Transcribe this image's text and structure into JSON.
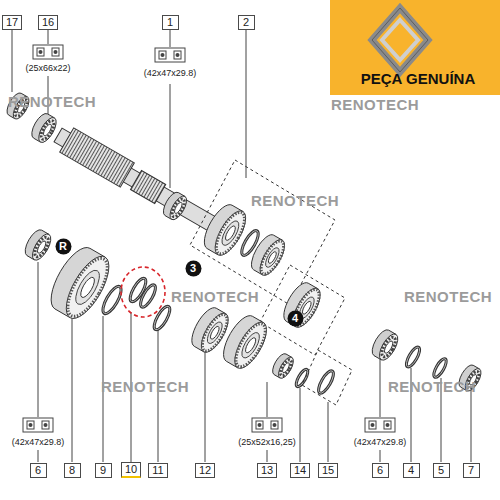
{
  "diagram": {
    "nodes": [
      {
        "text": [
          "17"
        ]
      },
      {
        "text": [
          "16"
        ]
      },
      {
        "text": [
          "1"
        ]
      },
      {
        "text": [
          "2"
        ]
      },
      {
        "text": [
          "R"
        ]
      },
      {
        "text": [
          "3"
        ]
      },
      {
        "text": [
          "4"
        ]
      },
      {
        "text": [
          "6"
        ]
      },
      {
        "text": [
          "8"
        ]
      },
      {
        "text": [
          "9"
        ]
      },
      {
        "text": [
          "10"
        ]
      },
      {
        "text": [
          "11"
        ]
      },
      {
        "text": [
          "12"
        ]
      },
      {
        "text": [
          "13"
        ]
      },
      {
        "text": [
          "14"
        ]
      },
      {
        "text": [
          "15"
        ]
      },
      {
        "text": [
          "6"
        ]
      },
      {
        "text": [
          "4"
        ]
      },
      {
        "text": [
          "5"
        ]
      },
      {
        "text": [
          "7"
        ]
      }
    ],
    "labels": [
      "(25x66x22)",
      "(42x47x29.8)",
      "RENOTECH",
      "RENOTECH",
      "RENOTECH",
      "RENOTECH",
      "RENOTECH",
      "RENOTECH",
      "RENOTECH",
      "PEÇA GENUÍNA",
      "(42x47x29.8)",
      "(25x52x16,25)",
      "(42x47x29.8)"
    ]
  }
}
